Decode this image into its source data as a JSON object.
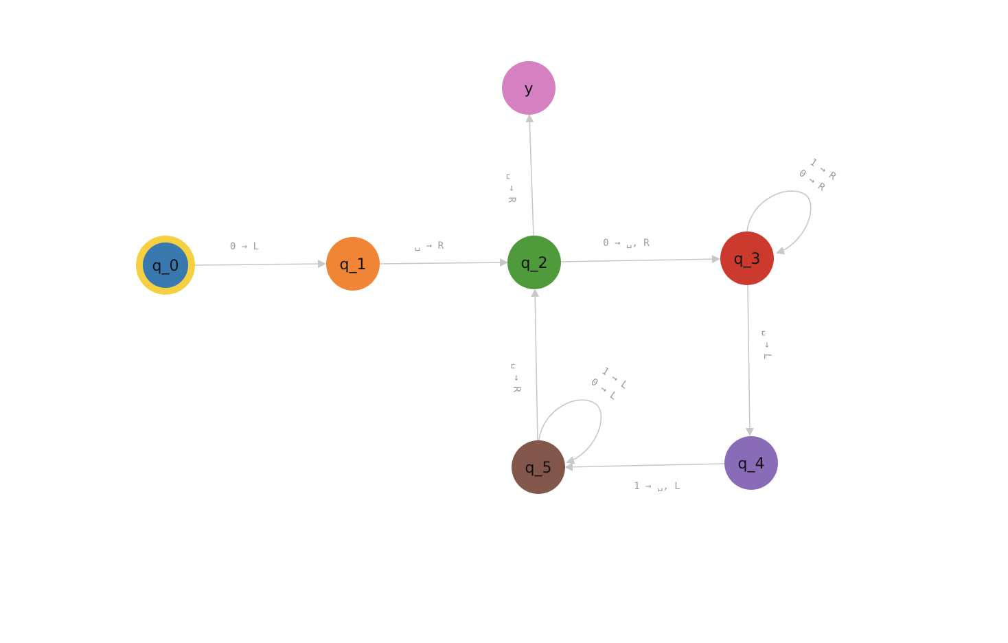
{
  "colors": {
    "edge": "#c8c8c8",
    "edge_label": "#9a9a9a",
    "start_ring": "#f5d042"
  },
  "states": [
    {
      "id": "q0",
      "label": "q_0",
      "color": "#3a78b0",
      "start": true
    },
    {
      "id": "q1",
      "label": "q_1",
      "color": "#f08535"
    },
    {
      "id": "q2",
      "label": "q_2",
      "color": "#4f9a3a"
    },
    {
      "id": "q3",
      "label": "q_3",
      "color": "#cc3a2e"
    },
    {
      "id": "q4",
      "label": "q_4",
      "color": "#8a6bb8"
    },
    {
      "id": "q5",
      "label": "q_5",
      "color": "#82564b"
    },
    {
      "id": "y",
      "label": "y",
      "color": "#d580c0"
    }
  ],
  "transitions": [
    {
      "from": "q0",
      "to": "q1",
      "label": "0 → L"
    },
    {
      "from": "q1",
      "to": "q2",
      "label": "␣ → R"
    },
    {
      "from": "q2",
      "to": "q3",
      "label": "0 → ␣, R"
    },
    {
      "from": "q2",
      "to": "y",
      "label": "␣ → R"
    },
    {
      "from": "q3",
      "to": "q3",
      "labels": [
        "1 → R",
        "0 → R"
      ]
    },
    {
      "from": "q3",
      "to": "q4",
      "label": "␣ → L"
    },
    {
      "from": "q4",
      "to": "q5",
      "label": "1 → ␣, L"
    },
    {
      "from": "q5",
      "to": "q5",
      "labels": [
        "1 → L",
        "0 → L"
      ]
    },
    {
      "from": "q5",
      "to": "q2",
      "label": "␣ → R"
    }
  ]
}
